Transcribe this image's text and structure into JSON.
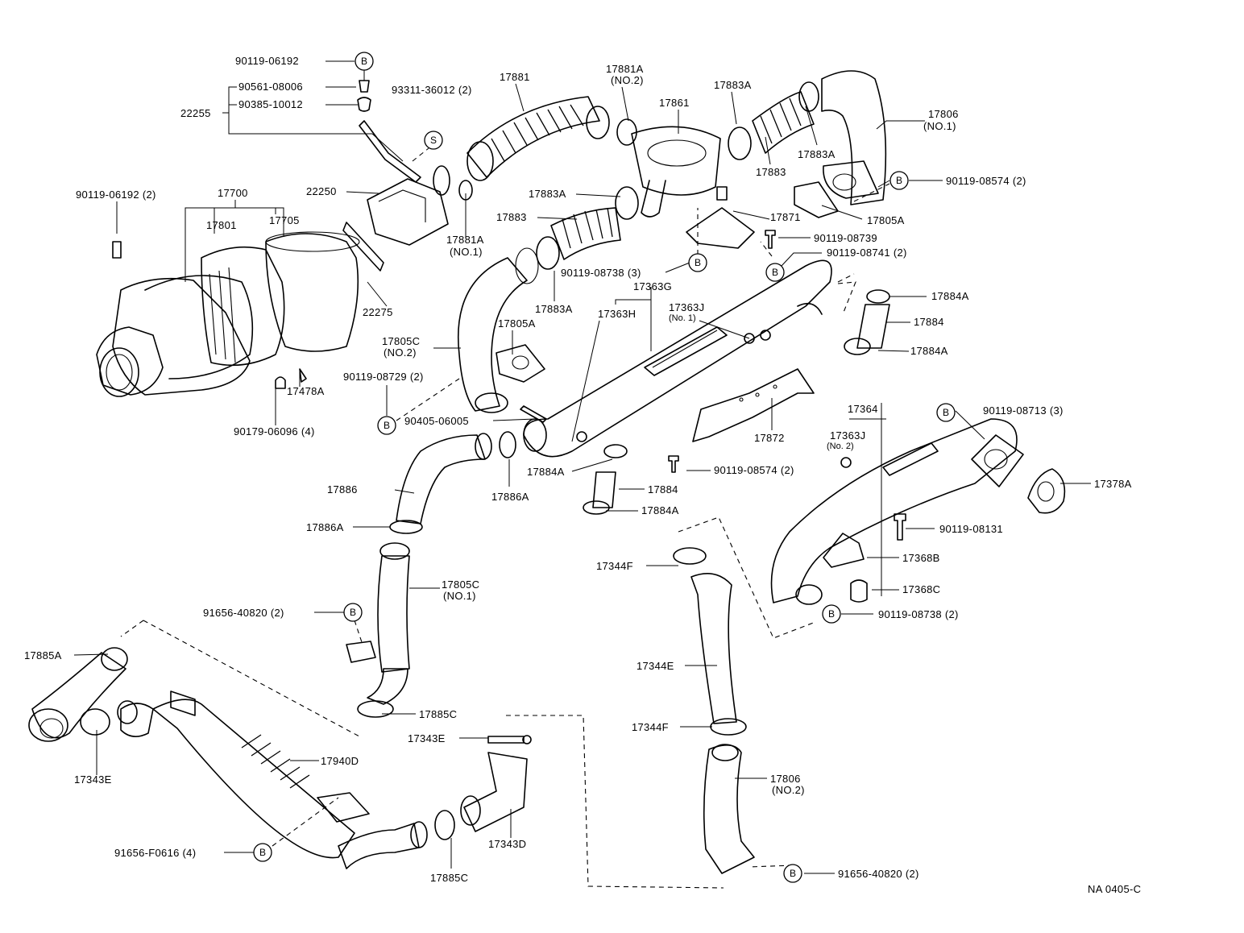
{
  "diagram_id": "NA 0405-C",
  "callout_letters": {
    "bolt": "B",
    "screw": "S"
  },
  "labels": {
    "p90119_06192_top": "90119-06192",
    "p90561_08006": "90561-08006",
    "p90385_10012": "90385-10012",
    "p22255": "22255",
    "p93311_36012": "93311-36012 (2)",
    "p17881": "17881",
    "p17881A_no2": "17881A",
    "p17881A_no2_sub": "(NO.2)",
    "p17861": "17861",
    "p17883A_top": "17883A",
    "p17806_no1": "17806",
    "p17806_no1_sub": "(NO.1)",
    "p17883A_right": "17883A",
    "p17883_top": "17883",
    "p90119_08574_top": "90119-08574 (2)",
    "p17805A_top": "17805A",
    "p90119_06192_2": "90119-06192 (2)",
    "p17700": "17700",
    "p17801": "17801",
    "p17705": "17705",
    "p22250": "22250",
    "p17883A_mid": "17883A",
    "p17883_mid": "17883",
    "p17871": "17871",
    "p90119_08739": "90119-08739",
    "p17881A_no1": "17881A",
    "p17881A_no1_sub": "(NO.1)",
    "p90119_08738_3": "90119-08738 (3)",
    "p90119_08741": "90119-08741 (2)",
    "p17363G": "17363G",
    "p22275": "22275",
    "p17883A_low": "17883A",
    "p17363H": "17363H",
    "p17363J_no1": "17363J",
    "p17363J_no1_sub": "(No. 1)",
    "p17884A_r1": "17884A",
    "p17884_r": "17884",
    "p17884A_r2": "17884A",
    "p17805A_mid": "17805A",
    "p17805C_no2": "17805C",
    "p17805C_no2_sub": "(NO.2)",
    "p90119_08729": "90119-08729 (2)",
    "p17478A": "17478A",
    "p90179_06096": "90179-06096 (4)",
    "p90405_06005": "90405-06005",
    "p17872": "17872",
    "p17364": "17364",
    "p90119_08713": "90119-08713 (3)",
    "p17363J_no2": "17363J",
    "p17363J_no2_sub": "(No. 2)",
    "p17884A_c1": "17884A",
    "p90119_08574_mid": "90119-08574 (2)",
    "p17886": "17886",
    "p17886A_c": "17886A",
    "p17884_c": "17884",
    "p17884A_c2": "17884A",
    "p17378A": "17378A",
    "p90119_08131": "90119-08131",
    "p17886A_l": "17886A",
    "p17368B": "17368B",
    "p17344F_top": "17344F",
    "p17368C": "17368C",
    "p17805C_no1": "17805C",
    "p17805C_no1_sub": "(NO.1)",
    "p91656_40820_l": "91656-40820 (2)",
    "p90119_08738_2": "90119-08738 (2)",
    "p17885A": "17885A",
    "p17344E": "17344E",
    "p17885C_l": "17885C",
    "p17344F_low": "17344F",
    "p17343E_c": "17343E",
    "p17940D": "17940D",
    "p17806_no2": "17806",
    "p17806_no2_sub": "(NO.2)",
    "p17343E_l": "17343E",
    "p17343D": "17343D",
    "p91656_F0616": "91656-F0616 (4)",
    "p17885C_b": "17885C",
    "p91656_40820_r": "91656-40820 (2)"
  }
}
